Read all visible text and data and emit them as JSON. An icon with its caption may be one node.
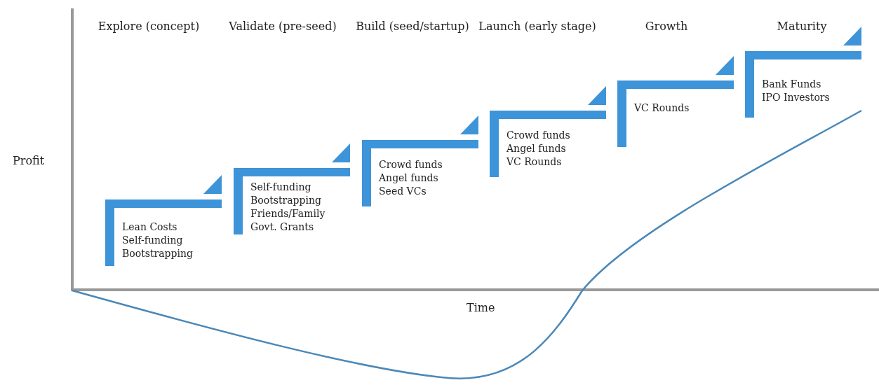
{
  "diagram": {
    "nodes": [
      {
        "text": [
          "Lean Costs",
          "Self-funding",
          "Bootstrapping"
        ]
      },
      {
        "text": [
          "Self-funding",
          "Bootstrapping",
          "Friends/Family",
          "Govt. Grants"
        ]
      },
      {
        "text": [
          "Crowd funds",
          "Angel funds",
          "Seed VCs"
        ]
      },
      {
        "text": [
          "Crowd funds",
          "Angel funds",
          "VC Rounds"
        ]
      },
      {
        "text": [
          "VC Rounds"
        ]
      },
      {
        "text": [
          "Bank Funds",
          "IPO Investors"
        ]
      }
    ],
    "edges": [],
    "labels": [
      "Explore (concept)",
      "Validate (pre-seed)",
      "Build (seed/startup)",
      "Launch (early stage)",
      "Growth",
      "Maturity",
      "Profit",
      "Time"
    ]
  }
}
